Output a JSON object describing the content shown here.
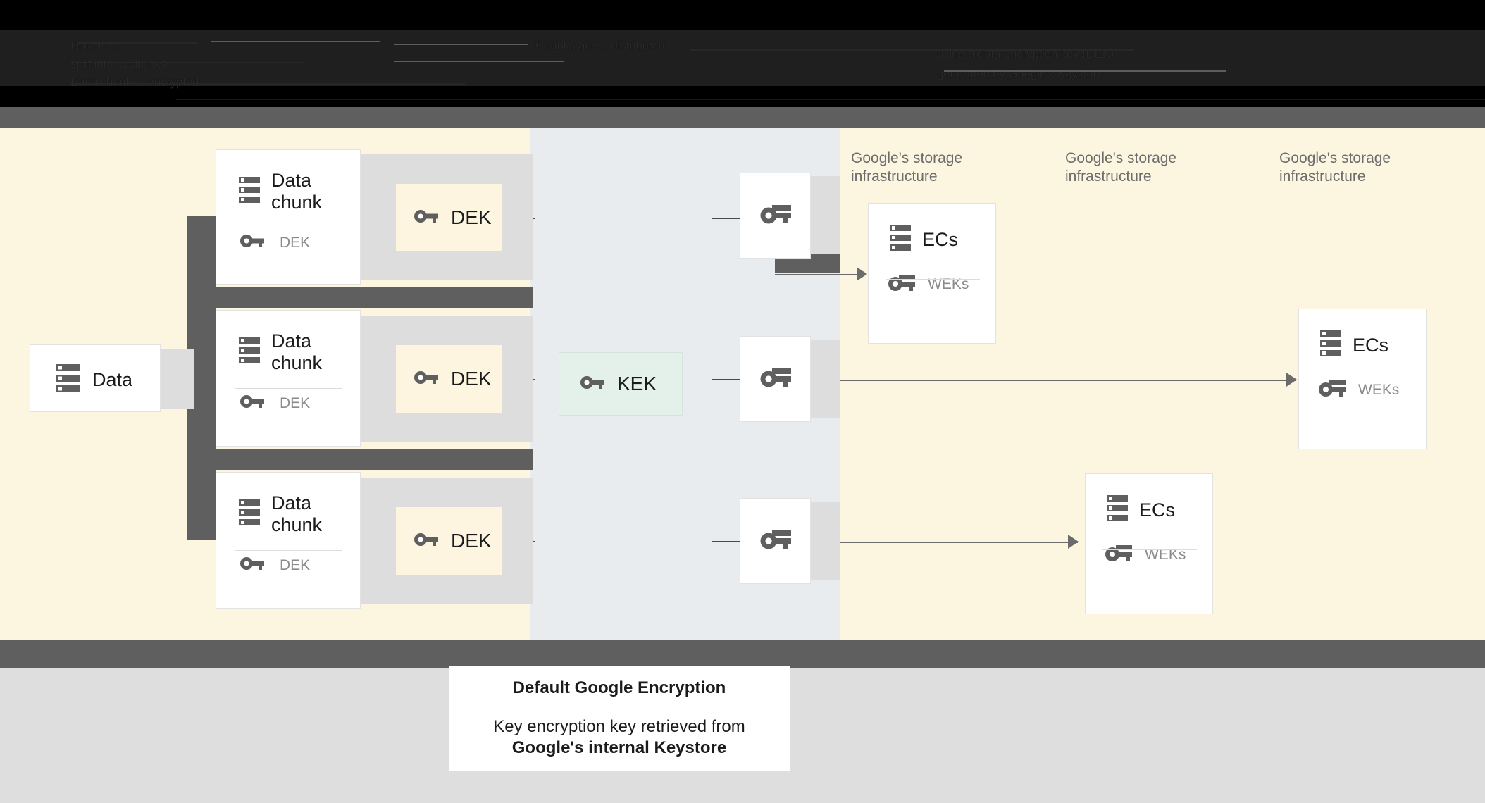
{
  "header": {
    "obscured": true,
    "note": "dark illegible text band at top of screenshot",
    "fragments": [
      "Data is  ... ",
      "split into  ... chunks",
      "Each chunk  ... encrypted",
      "Chunks are  ... distributed",
      "using a data encryption key (DEK)",
      "generated by Google's Keystore"
    ]
  },
  "colors": {
    "cream": "#fcf5e0",
    "mid_band": "#e8ecee",
    "dark_bar": "#5f5f5f",
    "bottom": "#dedede",
    "dek_fill": "#fdf5e0",
    "kek_fill": "#e4f0ea",
    "card_shadow": "#dddddd",
    "icon": "#5f5f5f",
    "text_dark": "#1b1b1b",
    "text_gray": "#8a8a8a",
    "section_label": "#6c6c6c"
  },
  "diagram": {
    "source": {
      "label": "Data",
      "icon": "server-icon"
    },
    "chunks": [
      {
        "title": "Data chunk",
        "icon": "server-icon",
        "key_label": "DEK",
        "key_icon": "key-icon"
      },
      {
        "title": "Data chunk",
        "icon": "server-icon",
        "key_label": "DEK",
        "key_icon": "key-icon"
      },
      {
        "title": "Data chunk",
        "icon": "server-icon",
        "key_label": "DEK",
        "key_icon": "key-icon"
      }
    ],
    "dek_boxes": [
      {
        "label": "DEK",
        "icon": "key-icon"
      },
      {
        "label": "DEK",
        "icon": "key-icon"
      },
      {
        "label": "DEK",
        "icon": "key-icon"
      }
    ],
    "kek_box": {
      "label": "KEK",
      "icon": "key-icon"
    },
    "wrapped_keys": [
      {
        "icon": "key-icon"
      },
      {
        "icon": "key-icon"
      },
      {
        "icon": "key-icon"
      }
    ],
    "storage_labels": [
      "Google's storage infrastructure",
      "Google's storage infrastructure",
      "Google's storage infrastructure"
    ],
    "ec_cards": [
      {
        "title": "ECs",
        "icon": "server-icon",
        "key_label": "WEKs",
        "key_icon": "key-icon"
      },
      {
        "title": "ECs",
        "icon": "server-icon",
        "key_label": "WEKs",
        "key_icon": "key-icon"
      },
      {
        "title": "ECs",
        "icon": "server-icon",
        "key_label": "WEKs",
        "key_icon": "key-icon"
      }
    ]
  },
  "caption": {
    "title": "Default Google Encryption",
    "body_line1": "Key encryption key retrieved from",
    "body_line2": "Google's internal Keystore"
  }
}
